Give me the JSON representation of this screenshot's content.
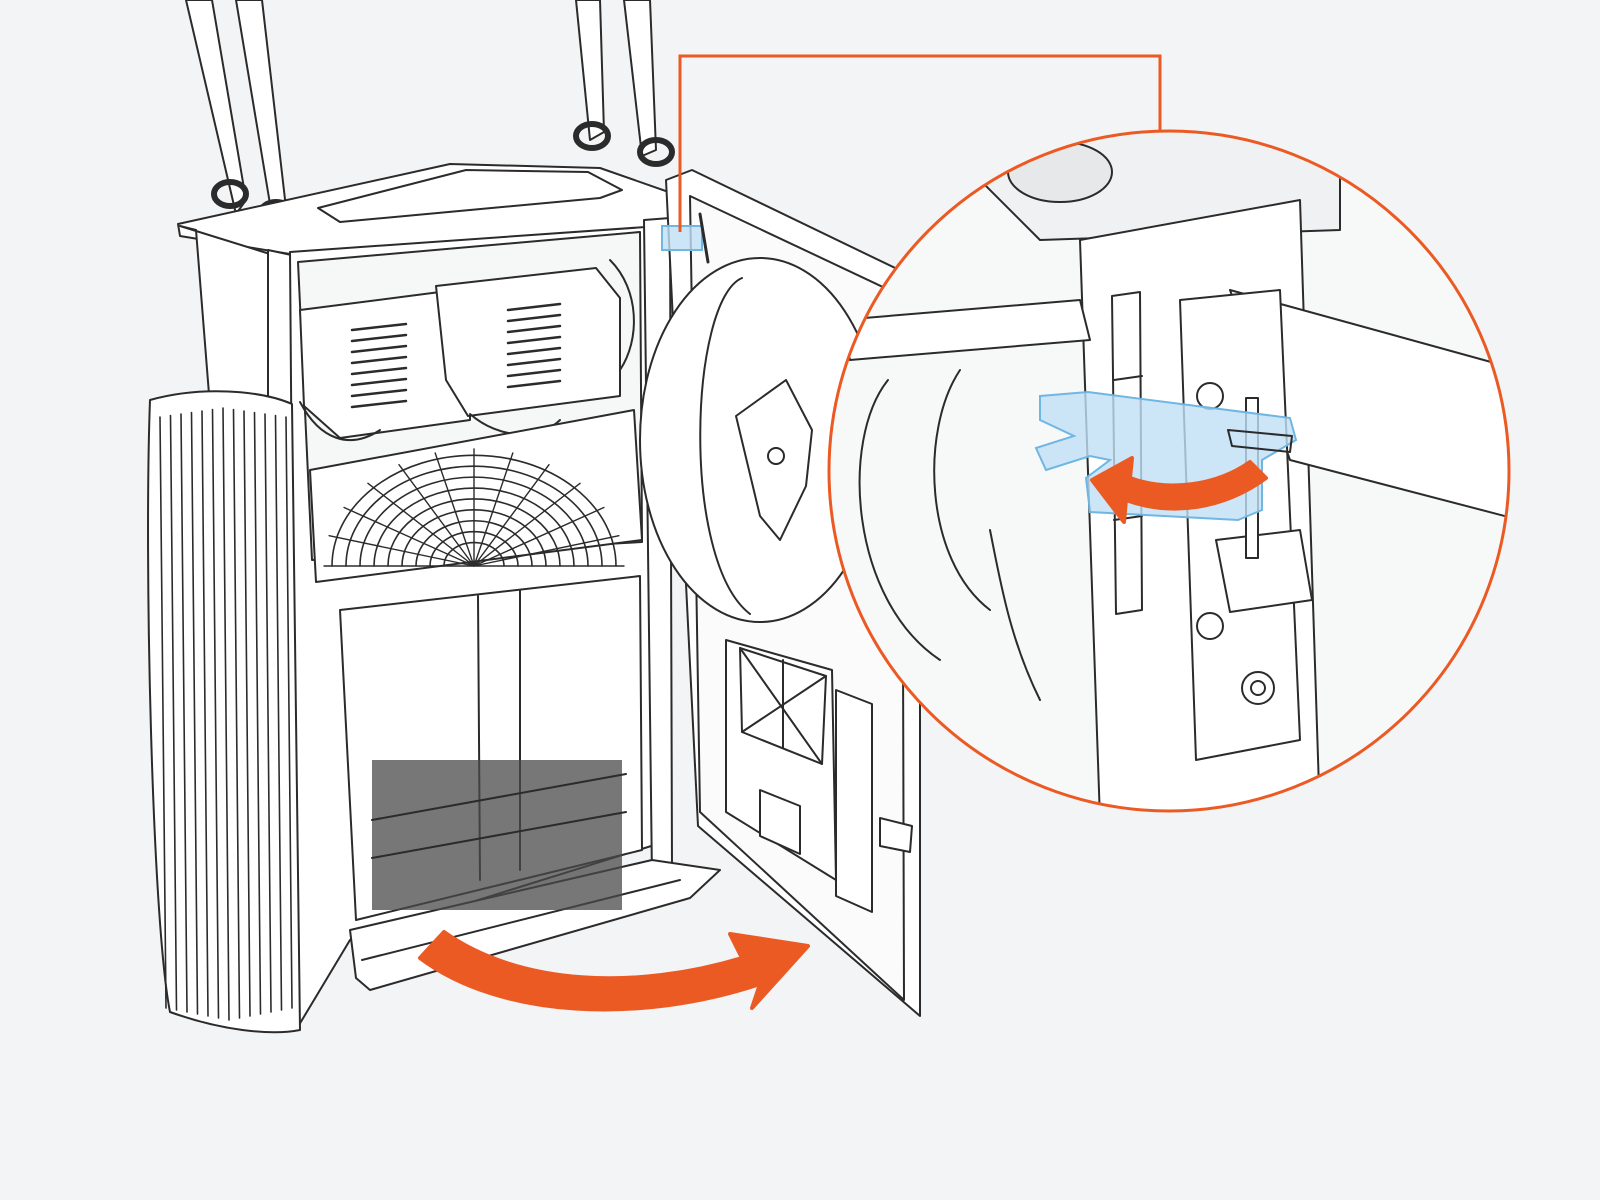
{
  "figure": {
    "colors": {
      "background": "#f3f4f5",
      "line": "#2b2b2b",
      "accent": "#ec5a24",
      "highlight_fill": "#bfe0f5",
      "highlight_stroke": "#6fb6e3",
      "panel_white": "#ffffff",
      "shadow": "#d9dadb"
    },
    "parts": {
      "cabinet": "equipment-cabinet",
      "door": "hinged-front-door",
      "lifting_handles": "lifting-handles",
      "power_supplies": "power-supply-modules",
      "fan_grille": "fan-grille",
      "side_fins": "heat-sink-fins",
      "detail_callout": "hinge-latch-detail",
      "door_latch": "door-hold-open-latch"
    },
    "arrows": {
      "door_swing": "curved-arrow-open-door",
      "latch_rotate": "curved-arrow-rotate-latch"
    }
  }
}
